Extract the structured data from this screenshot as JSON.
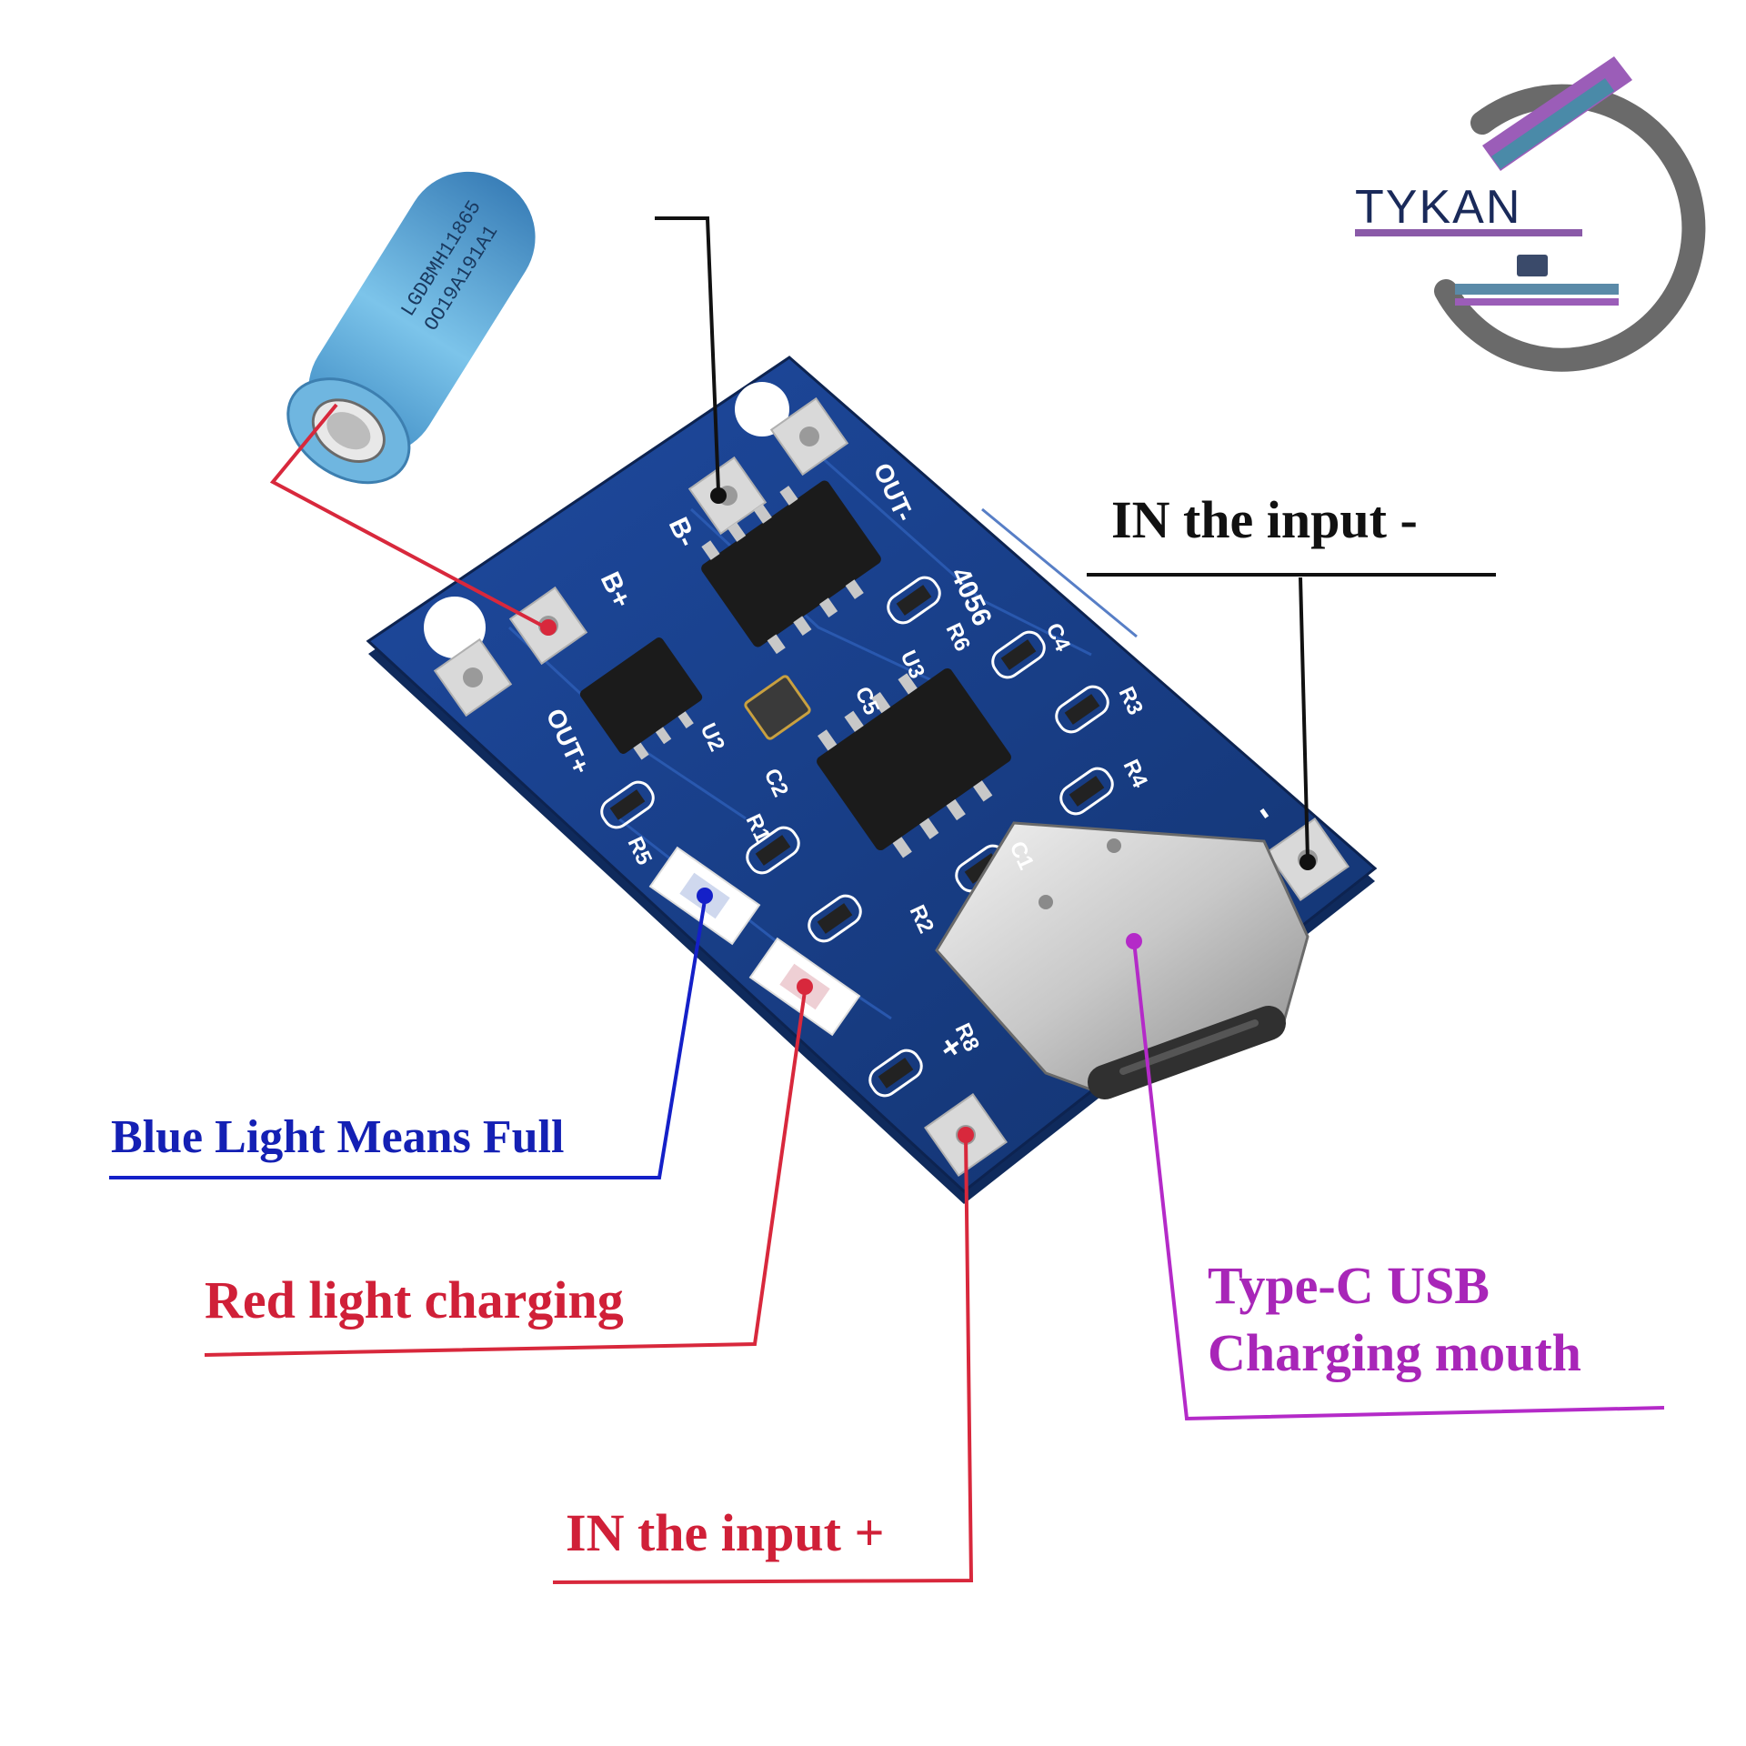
{
  "labels": {
    "in_minus": "IN the input -",
    "blue_full": "Blue Light Means Full",
    "red_charging": "Red light charging",
    "in_plus": "IN the input +",
    "typec_line1": "Type-C USB",
    "typec_line2": "Charging mouth"
  },
  "battery": {
    "text_line1": "LGDBMH11865",
    "text_line2": "OO19A191A1"
  },
  "board": {
    "chip_marking": "4056",
    "pads": {
      "out_minus": "OUT-",
      "b_minus": "B-",
      "b_plus": "B+",
      "out_plus": "OUT+",
      "in_minus": "-",
      "in_plus": "+"
    },
    "components": [
      "R6",
      "C4",
      "R3",
      "R4",
      "C2",
      "C5",
      "U2",
      "U3",
      "R1",
      "R5",
      "R2",
      "R8",
      "C1"
    ]
  },
  "logo": {
    "text": "TYKAN"
  },
  "colors": {
    "pcb": "#1a3f8c",
    "black_leader": "#111111",
    "blue_leader": "#1420c8",
    "red_leader": "#d8283c",
    "magenta_leader": "#b42ac8",
    "label_black": "#111111",
    "label_blue": "#1420b4",
    "label_red": "#d02038",
    "label_magenta": "#a826b8",
    "battery": "#5aa8d8"
  }
}
